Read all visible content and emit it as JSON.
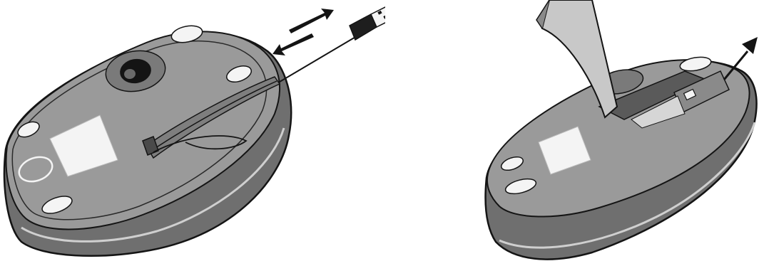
{
  "figure": {
    "panels": [
      {
        "id": "left",
        "subject": "mouse-underside-with-retractable-usb-cable",
        "arrows": [
          "push-in",
          "pull-out"
        ]
      },
      {
        "id": "right",
        "subject": "mouse-with-battery-cover-opened",
        "arrows": [
          "lift-out"
        ]
      }
    ]
  },
  "colors": {
    "body_fill": "#8c8c8c",
    "body_shadow": "#5a5a5a",
    "body_highlight": "#d6d6d6",
    "outline": "#141414",
    "label_patch": "#f4f4f4",
    "lid_fill": "#c8c8c8",
    "background": "#ffffff"
  }
}
